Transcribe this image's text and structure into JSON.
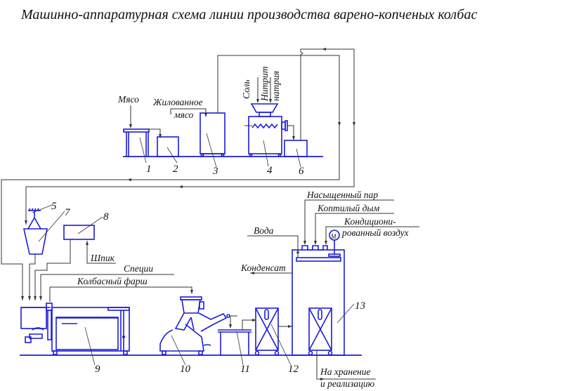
{
  "title": "Машинно-аппаратурная схема линии производства варено-копченых колбас",
  "colors": {
    "equipment": "#1c1cd6",
    "lines": "#333333",
    "text": "#111111"
  },
  "inputs": {
    "meat": "Мясо",
    "trimmed_meat_line1": "Жилованное",
    "trimmed_meat_line2": "мясо",
    "salt": "Соль",
    "nitrite_line1": "Нитрит",
    "nitrite_line2": "натрия",
    "lard": "Шпик",
    "spices": "Специи",
    "sausage_mince": "Колбасный фарш",
    "steam": "Насыщенный пар",
    "smoke": "Коптилый дым",
    "air_line1": "Кондициони-",
    "air_line2": "рованный воздух",
    "water": "Вода",
    "condensate": "Конденсат",
    "output_line1": "На хранение",
    "output_line2": "и реализацию",
    "motor": "М"
  },
  "equipment_numbers": [
    "1",
    "2",
    "3",
    "4",
    "5",
    "6",
    "7",
    "8",
    "9",
    "10",
    "11",
    "12",
    "13"
  ]
}
